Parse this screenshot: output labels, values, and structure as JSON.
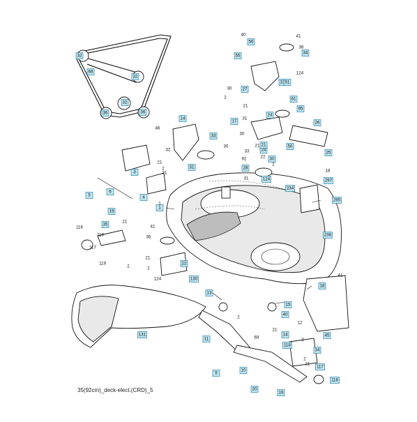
{
  "caption": "35(92cm)_deck-elect.(CRD)_5",
  "callouts_boxed": [
    "32",
    "68",
    "32",
    "32",
    "36",
    "36",
    "55",
    "56",
    "34",
    "31",
    "27",
    "51",
    "61",
    "95",
    "14",
    "33",
    "31",
    "24",
    "24",
    "26",
    "17",
    "21",
    "50",
    "28",
    "3",
    "30",
    "25",
    "5",
    "6",
    "4",
    "124",
    "234",
    "297",
    "295",
    "19",
    "1",
    "35",
    "236",
    "22",
    "130",
    "13",
    "18",
    "15",
    "40",
    "131",
    "11",
    "118",
    "14",
    "45",
    "34",
    "9",
    "10",
    "20",
    "16",
    "117",
    "118"
  ],
  "callouts_plain": [
    "40",
    "41",
    "36",
    "124",
    "30",
    "2",
    "21",
    "31",
    "30",
    "30",
    "46",
    "32",
    "21",
    "2",
    "21",
    "33",
    "21",
    "92",
    "18",
    "31",
    "22",
    "2",
    "116",
    "117",
    "119",
    "119",
    "2",
    "21",
    "41",
    "36",
    "1",
    "21",
    "2",
    "124",
    "2",
    "21",
    "69",
    "12",
    "2",
    "41",
    "2",
    "21"
  ]
}
